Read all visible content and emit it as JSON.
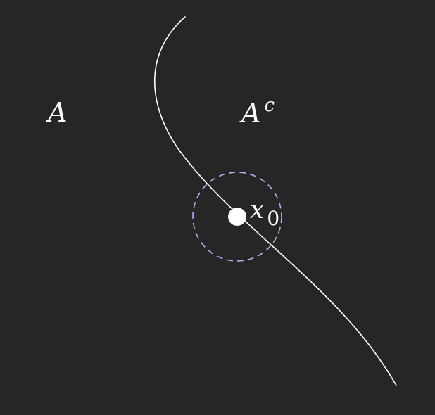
{
  "labels": {
    "set_a": "A",
    "complement_base": "A",
    "complement_sup": "c",
    "point_base": "x",
    "point_sub": "0"
  },
  "colors": {
    "background": "#262626",
    "curve": "#ffffff",
    "neighborhood": "#b3b3f2",
    "point": "#ffffff",
    "text": "#ffffff"
  }
}
